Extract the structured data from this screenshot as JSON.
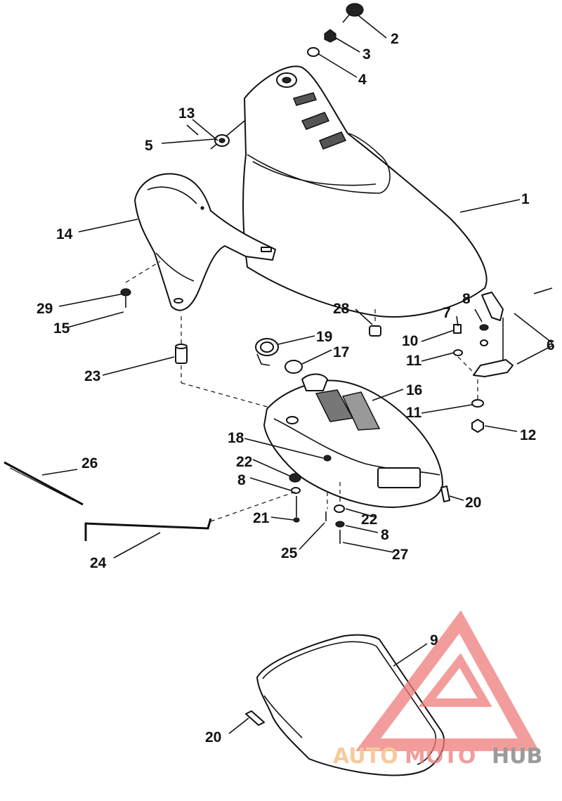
{
  "callouts": {
    "c1": "1",
    "c2": "2",
    "c3": "3",
    "c4": "4",
    "c5": "5",
    "c6": "6",
    "c7": "7",
    "c8a": "8",
    "c8b": "8",
    "c8c": "8",
    "c9": "9",
    "c10": "10",
    "c11a": "11",
    "c11b": "11",
    "c12": "12",
    "c13": "13",
    "c14": "14",
    "c15": "15",
    "c16": "16",
    "c17": "17",
    "c18": "18",
    "c19": "19",
    "c20a": "20",
    "c20b": "20",
    "c21": "21",
    "c22a": "22",
    "c22b": "22",
    "c23": "23",
    "c24": "24",
    "c25": "25",
    "c26": "26",
    "c27": "27",
    "c28": "28",
    "c29": "29"
  },
  "watermark": {
    "part1": "AUTO",
    "part2": "MOTO",
    "part3": "HUB",
    "color_primary": "#f07b7b",
    "color_secondary": "#f5b97a",
    "color_dark": "#7a7a7a"
  }
}
